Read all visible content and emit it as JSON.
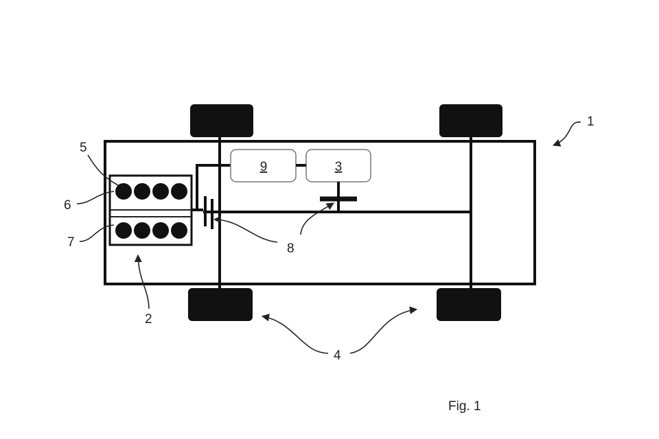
{
  "figure": {
    "caption": "Fig. 1",
    "colors": {
      "ink": "#111111",
      "background": "#ffffff",
      "box_stroke": "#777777"
    },
    "labels": {
      "vehicle": "1",
      "engine": "2",
      "unit_3": "3",
      "wheels": "4",
      "cylinder_bank_5": "5",
      "cylinder_bank_6": "6",
      "cylinder_bank_7": "7",
      "clutch_8": "8",
      "unit_9": "9"
    }
  }
}
